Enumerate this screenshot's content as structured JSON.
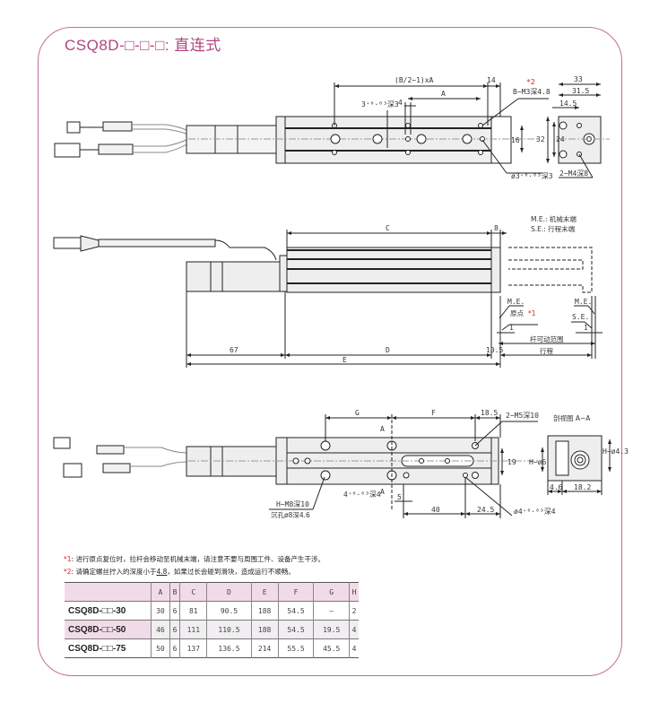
{
  "title": "CSQ8D-□-□-□: 直连式",
  "colors": {
    "accent": "#b0457f",
    "frame": "#c46b9e",
    "note_red": "#e0202a",
    "table_header": "#f2dbe8"
  },
  "top_view": {
    "dims": {
      "pitch": "(B/2−1)xA",
      "end14": "14",
      "A": "A",
      "w4": "4",
      "hole3": "3⁺⁰·⁰³深3",
      "star2": "*2",
      "m3": "B−M3深4.8",
      "d16": "16",
      "phi3": "ø3⁺⁰·⁰³深3"
    },
    "end_view": {
      "w33": "33",
      "w31_5": "31.5",
      "w14_5": "14.5",
      "h32": "32",
      "h24": "24",
      "m4": "2−M4深8"
    }
  },
  "side_view": {
    "dims": {
      "C": "C",
      "d8": "8",
      "d67": "67",
      "D": "D",
      "d10_5": "10.5",
      "E": "E"
    },
    "legend": {
      "me": "M.E.: 机械末端",
      "se": "S.E.: 行程末端"
    },
    "labels": {
      "me_left": "M.E.",
      "origin": "原点",
      "origin_mark": "*1",
      "one_left": "1",
      "me_right": "M.E.",
      "se_right": "S.E.",
      "one_right": "1",
      "rod_range": "杆可动范围",
      "stroke": "行程"
    }
  },
  "bottom_view": {
    "dims": {
      "G": "G",
      "F": "F",
      "d18_5": "18.5",
      "m5": "2−M5深10",
      "d19": "19",
      "aa_top": "A",
      "aa_bottom": "A",
      "h_m8": "H−M8深10",
      "counterbore": "沉孔ø8深4.6",
      "hole4": "4⁺⁰·⁰³深4",
      "d5": "5",
      "d40": "40",
      "d24_5": "24.5",
      "phi4": "ø4⁺⁰·⁰³深4"
    },
    "section": {
      "title": "剖视图 A−A",
      "h_phi6": "H−ø6",
      "h_phi4_3": "H−ø4.3",
      "d4_6": "4.6",
      "d18_2": "18.2"
    }
  },
  "notes": [
    {
      "mark": "*1",
      "text": ": 进行原点复位时，拉杆会移动至机械末端，请注意不要与周围工件、设备产生干涉。"
    },
    {
      "mark": "*2",
      "text_before": ": 请确定螺丝拧入的深度小于",
      "underline": "4.8",
      "text_after": "，如果过长会碰到滑块，造成运行不顺畅。"
    }
  ],
  "table": {
    "headers": [
      "",
      "A",
      "B",
      "C",
      "D",
      "E",
      "F",
      "G",
      "H"
    ],
    "rows": [
      {
        "model": "CSQ8D-□□-30",
        "values": [
          "30",
          "6",
          "81",
          "90.5",
          "188",
          "54.5",
          "—",
          "2"
        ]
      },
      {
        "model": "CSQ8D-□□-50",
        "values": [
          "46",
          "6",
          "111",
          "110.5",
          "188",
          "54.5",
          "19.5",
          "4"
        ]
      },
      {
        "model": "CSQ8D-□□-75",
        "values": [
          "50",
          "6",
          "137",
          "136.5",
          "214",
          "55.5",
          "45.5",
          "4"
        ]
      }
    ]
  }
}
